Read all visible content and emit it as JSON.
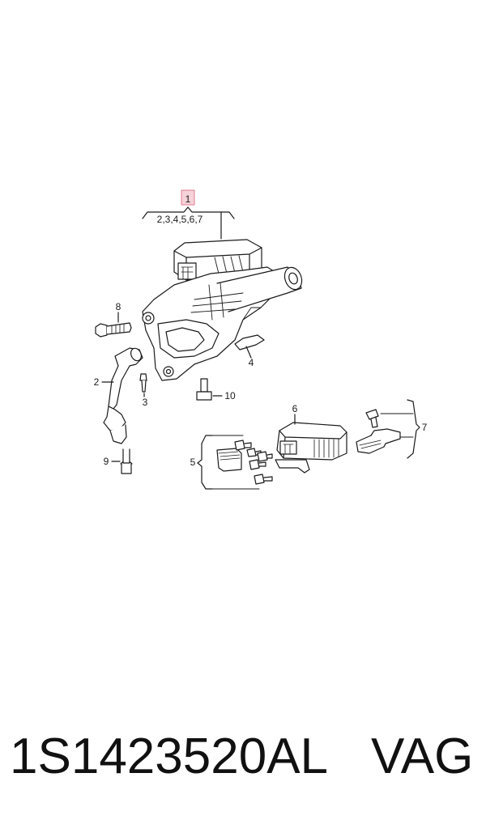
{
  "callouts": {
    "c1": "1",
    "c1_sub": "2,3,4,5,6,7",
    "c2": "2",
    "c3": "3",
    "c4": "4",
    "c5": "5",
    "c6": "6",
    "c7": "7",
    "c8": "8",
    "c9": "9",
    "c10": "10"
  },
  "footer": {
    "part_number": "1S1423520AL",
    "brand": "VAG"
  },
  "colors": {
    "highlight_fill": "#f6d2d9",
    "highlight_stroke": "#e07b8f",
    "line": "#1a1a1a"
  }
}
